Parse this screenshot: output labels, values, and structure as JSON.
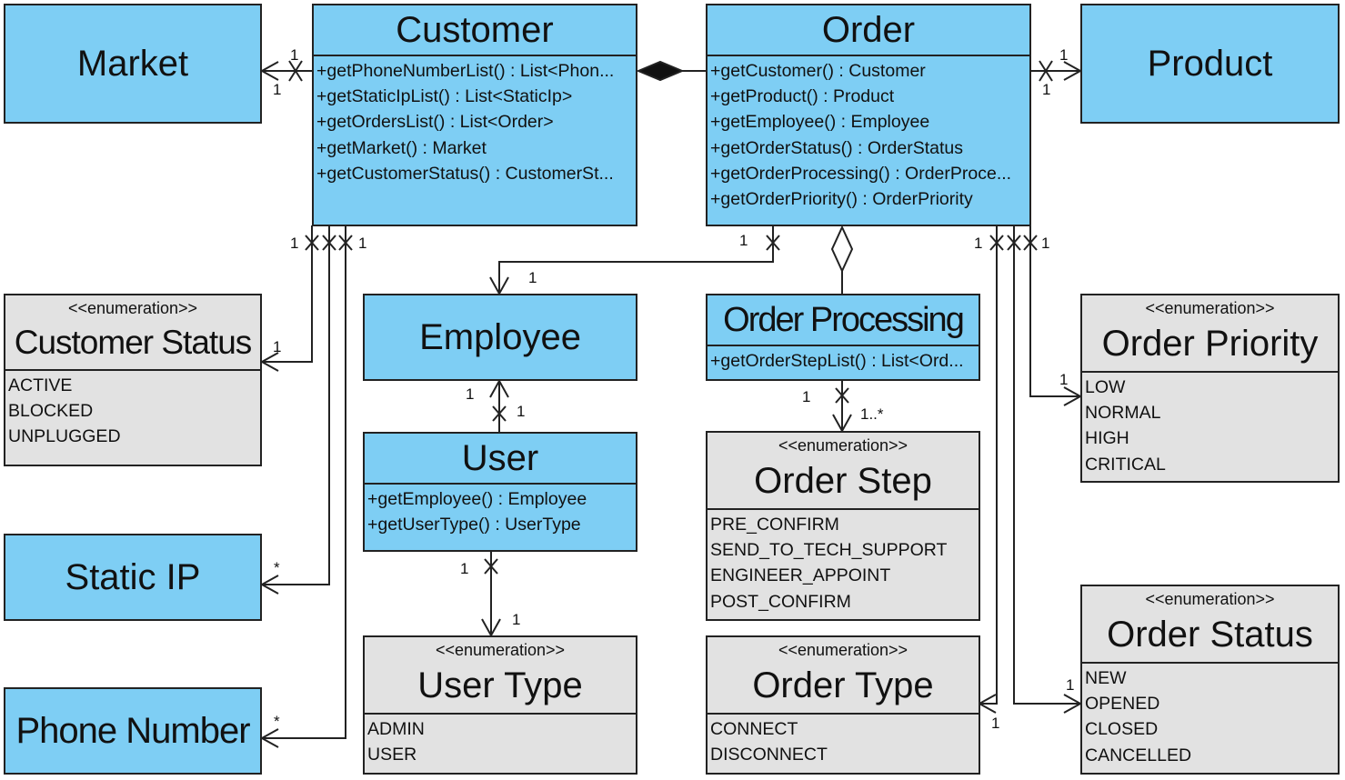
{
  "diagram": {
    "classes": {
      "market": {
        "name": "Market"
      },
      "customer": {
        "name": "Customer",
        "methods": [
          "+getPhoneNumberList() : List<Phon...",
          "+getStaticIpList() : List<StaticIp>",
          "+getOrdersList() : List<Order>",
          "+getMarket() : Market",
          "+getCustomerStatus() : CustomerSt..."
        ]
      },
      "order": {
        "name": "Order",
        "methods": [
          "+getCustomer() : Customer",
          "+getProduct() : Product",
          "+getEmployee() : Employee",
          "+getOrderStatus() : OrderStatus",
          "+getOrderProcessing() : OrderProce...",
          "+getOrderPriority() : OrderPriority"
        ]
      },
      "product": {
        "name": "Product"
      },
      "employee": {
        "name": "Employee"
      },
      "order_processing": {
        "name": "Order Processing",
        "methods": [
          "+getOrderStepList() : List<Ord..."
        ]
      },
      "user": {
        "name": "User",
        "methods": [
          "+getEmployee() : Employee",
          "+getUserType() : UserType"
        ]
      },
      "static_ip": {
        "name": "Static IP"
      },
      "phone_number": {
        "name": "Phone Number"
      }
    },
    "enumerations": {
      "customer_status": {
        "stereotype": "<<enumeration>>",
        "name": "Customer Status",
        "values": [
          "ACTIVE",
          "BLOCKED",
          "UNPLUGGED"
        ]
      },
      "order_priority": {
        "stereotype": "<<enumeration>>",
        "name": "Order Priority",
        "values": [
          "LOW",
          "NORMAL",
          "HIGH",
          "CRITICAL"
        ]
      },
      "order_step": {
        "stereotype": "<<enumeration>>",
        "name": "Order Step",
        "values": [
          "PRE_CONFIRM",
          "SEND_TO_TECH_SUPPORT",
          "ENGINEER_APPOINT",
          "POST_CONFIRM"
        ]
      },
      "user_type": {
        "stereotype": "<<enumeration>>",
        "name": "User Type",
        "values": [
          "ADMIN",
          "USER"
        ]
      },
      "order_type": {
        "stereotype": "<<enumeration>>",
        "name": "Order Type",
        "values": [
          "CONNECT",
          "DISCONNECT"
        ]
      },
      "order_status": {
        "stereotype": "<<enumeration>>",
        "name": "Order Status",
        "values": [
          "NEW",
          "OPENED",
          "CLOSED",
          "CANCELLED"
        ]
      }
    },
    "multiplicities": {
      "market_customer_near_customer": "1",
      "market_customer_near_market": "1",
      "order_product_near_product": "1",
      "order_product_near_order": "1",
      "customer_status_src": "1",
      "customer_status_dst": "1",
      "customer_static_ip_src": "1",
      "customer_static_ip_dst": "*",
      "customer_phone_dst": "*",
      "order_employee_src": "1",
      "order_employee_dst": "1",
      "employee_user_top": "1",
      "employee_user_bottom": "1",
      "user_usertype_src": "1",
      "user_usertype_dst": "1",
      "processing_step_src": "1",
      "processing_step_dst": "1..*",
      "order_type_src": "1",
      "order_type_dst": "1",
      "order_priority_src": "1",
      "order_priority_dst": "1",
      "order_status_dst": "1"
    }
  }
}
